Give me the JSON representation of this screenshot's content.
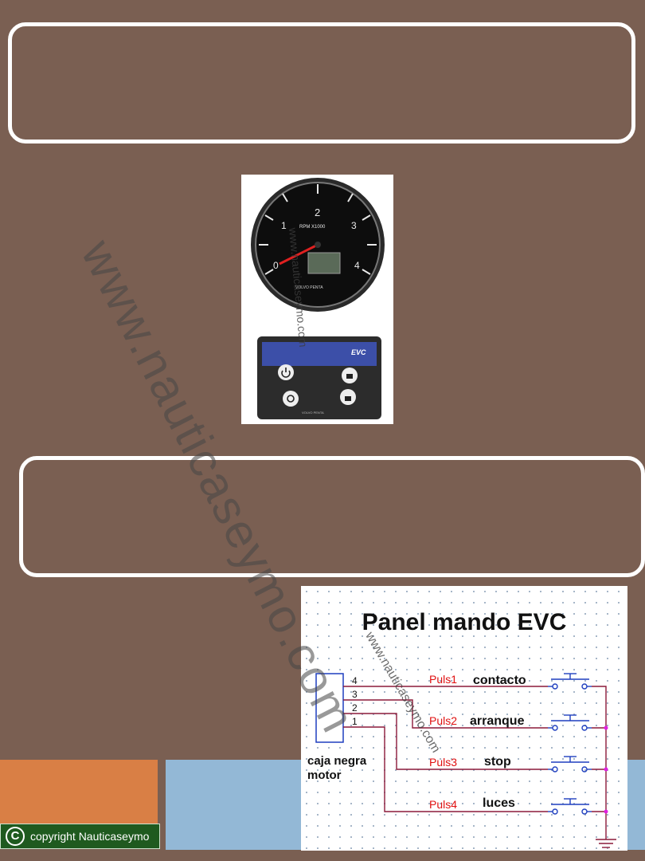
{
  "diagram": {
    "title": "Panel mando EVC",
    "pins": [
      "4",
      "3",
      "2",
      "1"
    ],
    "buttons": [
      {
        "id": "Puls1",
        "label": "contacto"
      },
      {
        "id": "Puls2",
        "label": "arranque"
      },
      {
        "id": "Puls3",
        "label": "stop"
      },
      {
        "id": "Puls4",
        "label": "luces"
      }
    ],
    "block_label_line1": "caja negra",
    "block_label_line2": "motor"
  },
  "gauge": {
    "ticks": [
      "0",
      "1",
      "2",
      "3",
      "4"
    ],
    "unit_label": "RPM X1000",
    "brand": "VOLVO PENTA"
  },
  "panel": {
    "label": "EVC",
    "brand": "VOLVO PENTA"
  },
  "watermarks": {
    "big": "www.nauticaseymo.com",
    "small": "www.nauticaseymo.com",
    "diagram": "www.nauticaseymo.com"
  },
  "footer": {
    "copyright": "copyright Nauticaseymo"
  },
  "colors": {
    "background": "#7a5f52",
    "accent_orange": "#d97f45",
    "accent_blue": "#93b8d6",
    "wire": "#8b1a3a",
    "label_red": "#e01010",
    "switch_blue": "#1f3fbf"
  }
}
